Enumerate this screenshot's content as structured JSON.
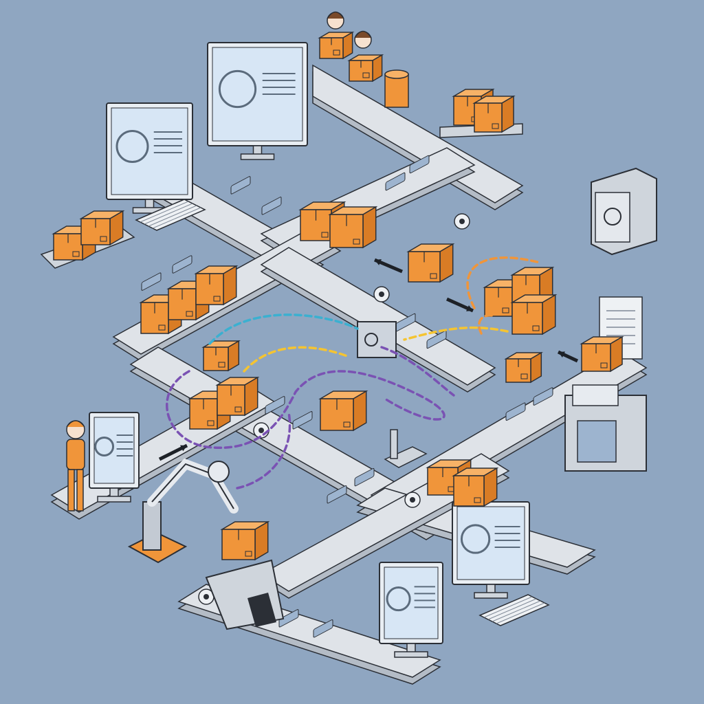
{
  "colors": {
    "background": "#8fa6c1",
    "conveyor_top": "#dfe3e8",
    "conveyor_side": "#b4bcc6",
    "conveyor_pad": "#9db4cf",
    "box_front": "#f0953a",
    "box_side": "#d97c25",
    "box_top": "#f7b267",
    "outline": "#2b2f36",
    "screen": "#d7e6f5",
    "machine": "#cfd5dc",
    "worker_uniform": "#f0953a",
    "path_orange": "#f0953a",
    "path_cyan": "#3bb0d0",
    "path_yellow": "#f5c431",
    "path_purple": "#7a52b3"
  },
  "icons": [
    "monitor-icon",
    "keyboard-icon",
    "package-icon",
    "robot-arm-icon",
    "worker-icon",
    "safe-icon",
    "scale-icon",
    "scanner-icon",
    "kiosk-icon",
    "arrow-icon",
    "spool-icon",
    "roller-icon"
  ],
  "flow_paths": [
    "orange",
    "cyan",
    "yellow",
    "purple"
  ]
}
